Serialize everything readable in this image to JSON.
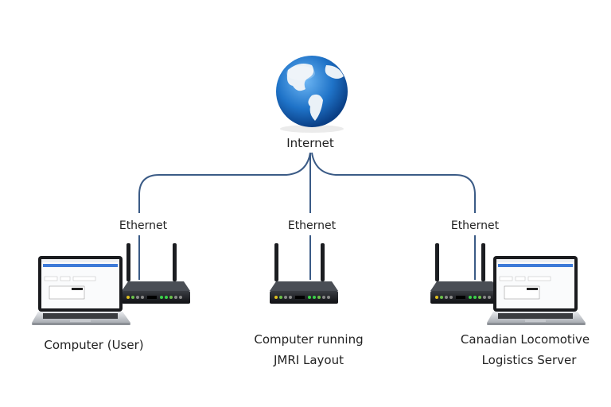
{
  "internet": {
    "label": "Internet",
    "icon": "globe-icon"
  },
  "links": [
    {
      "label": "Ethernet"
    },
    {
      "label": "Ethernet"
    },
    {
      "label": "Ethernet"
    }
  ],
  "nodes": [
    {
      "line1": "Computer (User)",
      "line2": ""
    },
    {
      "line1": "Computer running",
      "line2": "JMRI Layout"
    },
    {
      "line1": "Canadian Locomotive",
      "line2": "Logistics Server"
    }
  ],
  "colors": {
    "line": "#3b5b86",
    "globe_ocean": "#1f73c8",
    "land": "#e8eef4",
    "router": "#1b1d21"
  }
}
